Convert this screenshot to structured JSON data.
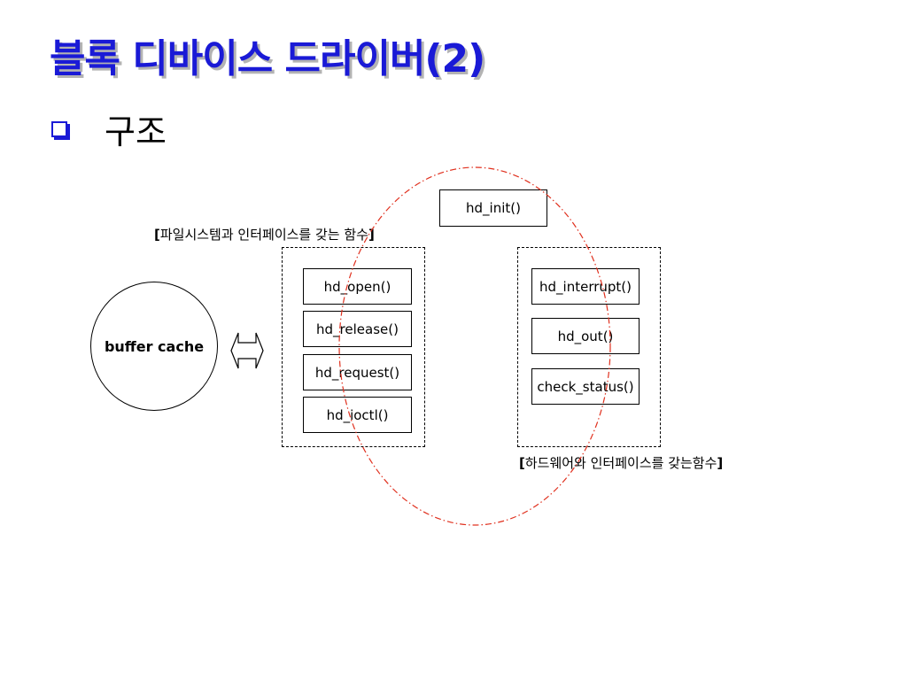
{
  "title": "블록 디바이스 드라이버(2)",
  "bullet": {
    "text": "구조"
  },
  "diagram": {
    "buffer_cache": "buffer cache",
    "fs_interface_label": "파일시스템과 인터페이스를 갖는 함수",
    "hw_interface_label": "하드웨어와 인터페이스를 갖는함수",
    "init_fn": "hd_init()",
    "fs_functions": [
      "hd_open()",
      "hd_release()",
      "hd_request()",
      "hd_ioctl()"
    ],
    "hw_functions": [
      "hd_interrupt()",
      "hd_out()",
      "check_status()"
    ],
    "colors": {
      "title": "#1a1ad6",
      "ellipse": "#e0301e"
    }
  }
}
